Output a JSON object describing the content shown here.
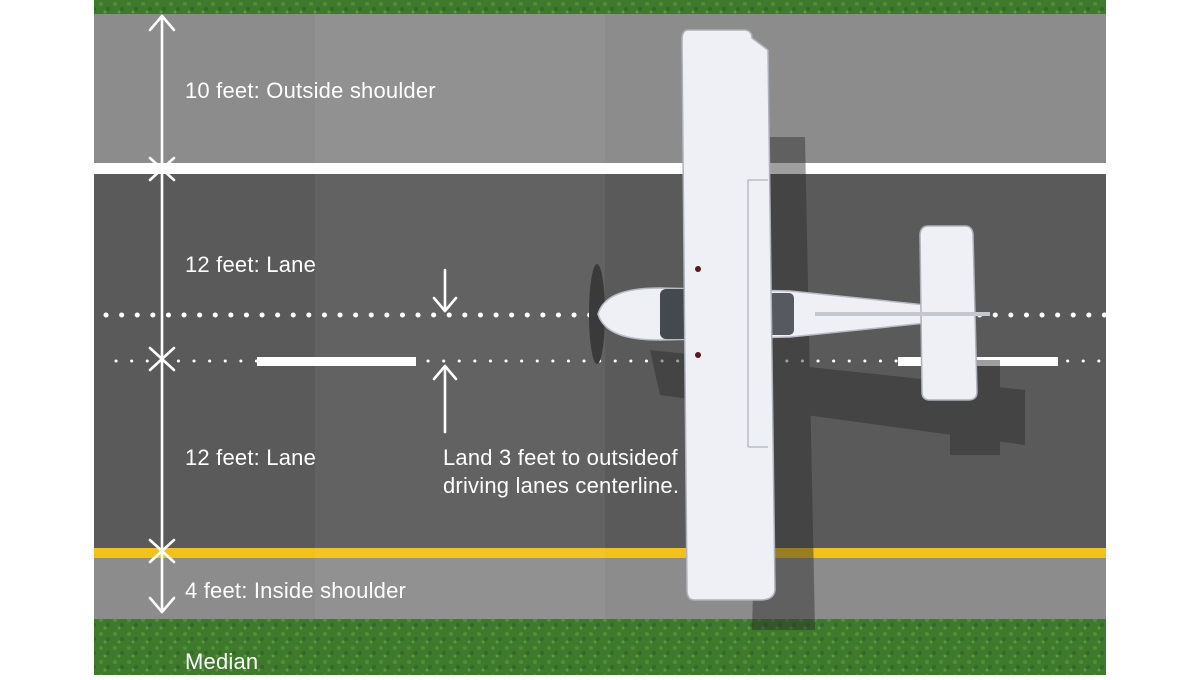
{
  "labels": {
    "outside_shoulder": "10 feet: Outside shoulder",
    "lane_upper": "12 feet: Lane",
    "lane_lower": "12 feet: Lane",
    "inside_shoulder": "4 feet: Inside shoulder",
    "median": "Median",
    "instruction": "Land 3 feet to outsideof driving lanes centerline."
  },
  "colors": {
    "grass": "#3f7a2c",
    "shoulder": "#8c8c8c",
    "lane": "#5a5a5a",
    "edge_line_white": "#ffffff",
    "edge_line_yellow": "#f2c21a",
    "aircraft": "#eef0f5"
  },
  "icons": {
    "aircraft": "high-wing-airplane-icon",
    "dimension_arrow": "double-arrow-icon"
  }
}
